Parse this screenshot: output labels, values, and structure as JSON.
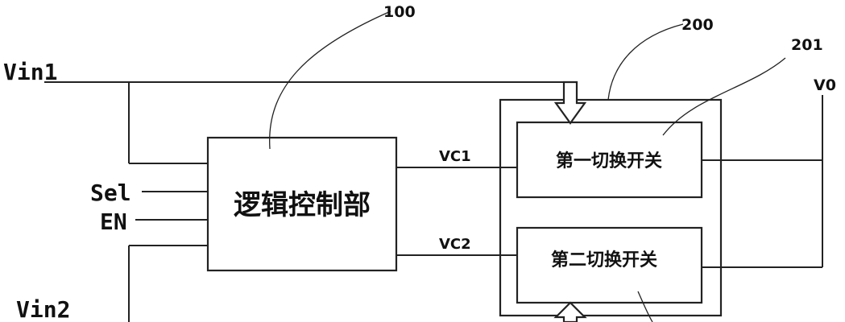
{
  "refs": {
    "r100": "100",
    "r200": "200",
    "r201": "201"
  },
  "inputs": {
    "vin1": "Vin1",
    "vin2": "Vin2",
    "sel": "Sel",
    "en": "EN"
  },
  "output": {
    "vo": "V0"
  },
  "signals": {
    "vc1": "VC1",
    "vc2": "VC2"
  },
  "blocks": {
    "logic": "逻辑控制部",
    "switch1": "第一切换开关",
    "switch2": "第二切换开关"
  }
}
